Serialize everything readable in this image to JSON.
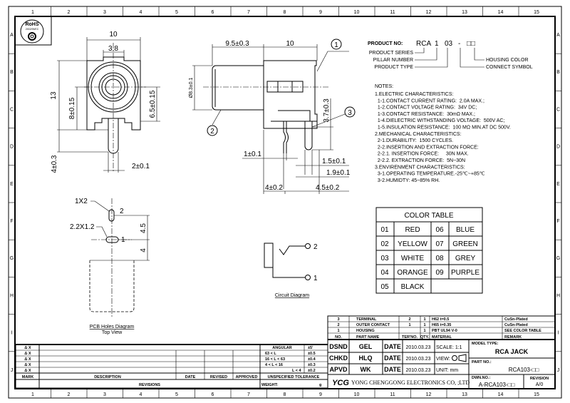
{
  "frame": {
    "columns": [
      "1",
      "2",
      "3",
      "4",
      "5",
      "6",
      "7",
      "8",
      "9",
      "10",
      "11",
      "12",
      "13",
      "14",
      "15"
    ],
    "rows": [
      "A",
      "B",
      "C",
      "D",
      "E",
      "F",
      "G",
      "H",
      "I",
      "J"
    ]
  },
  "rohs": {
    "label": "RoHS",
    "sub": "2002/95/EC"
  },
  "front_view": {
    "width": "10",
    "slot": "3.8",
    "height": "13",
    "center_height": "8±0.15",
    "inner": "6.5±0.15",
    "pin_length": "4±0.3",
    "pin_width": "2±0.1"
  },
  "side_view": {
    "cyl_len": "9.5±0.3",
    "body_len": "10",
    "diameter": "Ø8.3±0.1",
    "pin_height": "3.7±0.3",
    "d1": "1±0.1",
    "d2": "1.5±0.1",
    "d3": "1.9±0.1",
    "d4": "4±0.2",
    "d5": "4.5±0.2",
    "callouts": [
      "1",
      "2",
      "3"
    ]
  },
  "pcb": {
    "hole2": "1X2",
    "hole1": "2.2X1.2",
    "pin2": "2",
    "pin1": "1",
    "dim_a": "4.5",
    "dim_b": "4",
    "title": "PCB Holes Diagram",
    "subtitle": "Top View"
  },
  "circuit": {
    "pin2": "2",
    "pin1": "1",
    "title": "Circuit Diagram"
  },
  "product_no": {
    "label": "PRODUCT NO:",
    "series": "RCA",
    "pillar": "1",
    "type": "03",
    "dash": "-",
    "boxes": "□□",
    "series_label": "PRODUCT SERIES",
    "pillar_label": "PILLAR NUMBER",
    "type_label": "PRODUCT TYPE",
    "housing_label": "HOUSING COLOR",
    "connect_label": "CONNECT SYMBOL"
  },
  "notes": {
    "title": "NOTES:",
    "lines": [
      "1.ELECTRIC CHARACTERISTICS:",
      "  1-1.CONTACT CURRENT RATING:  2.0A MAX.;",
      "  1-2.CONTACT VOLTAGE RATING:  34V DC;",
      "  1-3.CONTACT RESISTANCE:  30mΩ MAX.;",
      "  1-4.DIELECTRIC WITHSTANDING VOLTAGE:  500V AC;",
      "  1-5.INSULATION RESISTANCE:  100 MΩ MIN.AT DC 500V.",
      "2.MECHANICAL CHARACTERISTICS:",
      "  2-1.DURABILITY:  1500 CYCLES.",
      "  2-2.INSERTION AND EXTRACTION FORCE:",
      "  2-2.1. INSERTION FORCE:     30N MAX.",
      "  2-2.2. EXTRACTION FORCE:  5N~30N",
      "3.ENVIRENMENT CHARACTERISTICS:",
      "  3-1.OPERATING TEMPERATURE.-25℃~+85℃",
      "  3-2.HUMIDTY: 45~85% RH."
    ]
  },
  "color_table": {
    "title": "COLOR TABLE",
    "rows": [
      [
        "01",
        "RED",
        "06",
        "BLUE"
      ],
      [
        "02",
        "YELLOW",
        "07",
        "GREEN"
      ],
      [
        "03",
        "WHITE",
        "08",
        "GREY"
      ],
      [
        "04",
        "ORANGE",
        "09",
        "PURPLE"
      ],
      [
        "05",
        "BLACK",
        "",
        ""
      ]
    ]
  },
  "parts": {
    "headers": [
      "NO.",
      "PART NAME",
      "TER'NO.",
      "QTY.",
      "MATERIAL",
      "REMARK"
    ],
    "rows": [
      [
        "3",
        "TERMINAL",
        "2",
        "1",
        "H62 t=0.5",
        "CuSn-Plated"
      ],
      [
        "2",
        "OUTER CONTACT",
        "1",
        "1",
        "H65 t=0.35",
        "CuSn-Plated"
      ],
      [
        "1",
        "HOUSING",
        "",
        "1",
        "PBT UL94 V-0",
        "SEE COLOR TABLE"
      ]
    ]
  },
  "title_block": {
    "rows": [
      [
        "DSND",
        "GEL",
        "DATE",
        "2010.03.23"
      ],
      [
        "CHKD",
        "HLQ",
        "DATE",
        "2010.03.23"
      ],
      [
        "APVD",
        "WK",
        "DATE",
        "2010.03.23"
      ]
    ],
    "scale": "SCALE: 1:1",
    "view": "VIEW:",
    "unit": "UNIT:  mm",
    "model_label": "MODEL TYPE:",
    "model": "RCA JACK",
    "part_label": "PART NO.:",
    "part": "RCA103-□□",
    "logo": "YCG",
    "company": "YONG CHENGGONG ELECTRONICS CO, ;LTD",
    "dwg_label": "DWN.NO.:",
    "dwg": "A-RCA103-□□",
    "rev_label": "REVISION",
    "rev": "A/0"
  },
  "revisions": {
    "marks": [
      "Δ X",
      "Δ X",
      "Δ X",
      "Δ X",
      "Δ X"
    ],
    "headers": [
      "MARK",
      "DESCRIPTION",
      "DATE",
      "REVISED",
      "APPROVED",
      "UNSPECIFIED TOLERANCE"
    ],
    "footer": "REVISIONS",
    "weight": "WEIGHT:",
    "weight_unit": "g",
    "tolerances": [
      [
        "ANGULAR",
        "±5'"
      ],
      [
        "63 <  L",
        "±0.5"
      ],
      [
        "16 <  L  <  63",
        "±0.4"
      ],
      [
        "4 <  L  <  16",
        "±0.3"
      ],
      [
        "L  <  4",
        "±0.2"
      ]
    ]
  }
}
